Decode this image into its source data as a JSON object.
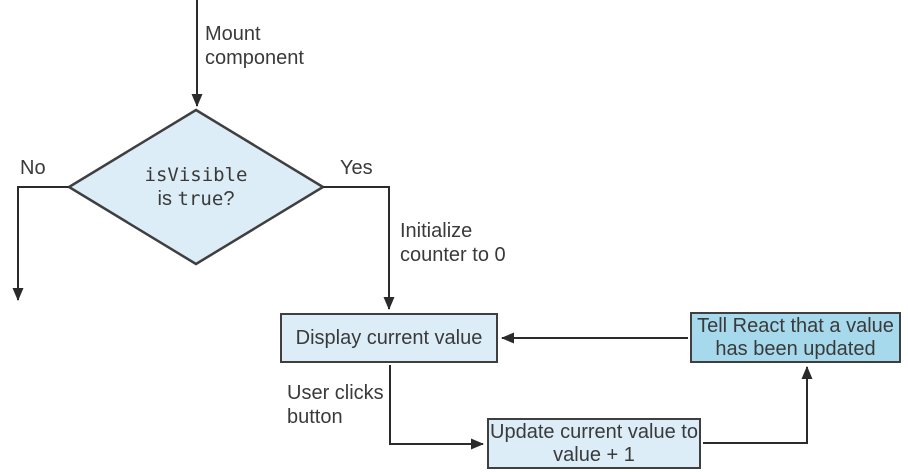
{
  "colors": {
    "node_fill_light": "#dcedf8",
    "node_fill_medium": "#a7d9ed",
    "node_border": "#3f3f3f",
    "line": "#2b2b2b",
    "text": "#3a3a3a"
  },
  "flowchart": {
    "mount_label": "Mount\ncomponent",
    "decision": {
      "code_line": "isVisible",
      "plain_is": "is ",
      "code_true": "true",
      "plain_q": "?"
    },
    "no_label": "No",
    "yes_label": "Yes",
    "yes_edge_label": "Initialize\ncounter to 0",
    "display_box_label": "Display current value",
    "user_clicks_label": "User clicks\nbutton",
    "update_box_label": "Update current value to\nvalue + 1",
    "tell_box_label": "Tell React that a value\nhas been updated"
  }
}
